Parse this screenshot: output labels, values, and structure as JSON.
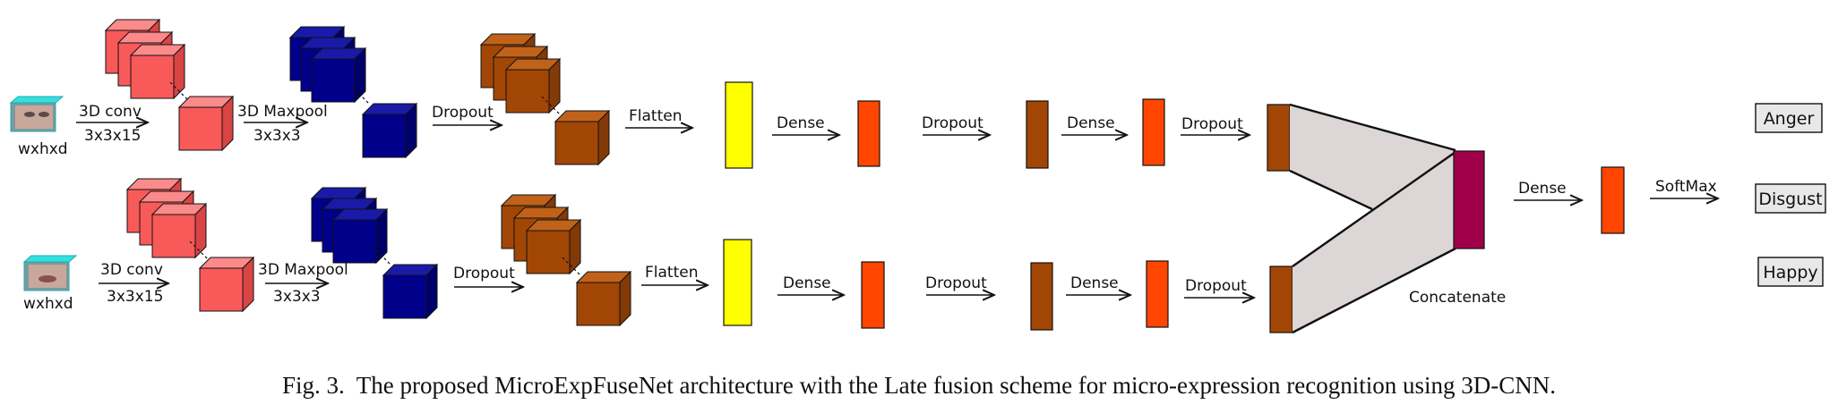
{
  "colors": {
    "conv": "#f85a5a",
    "maxpool": "#00008b",
    "dropout_block": "#a24606",
    "flatten": "#ffff00",
    "dense": "#ff4500",
    "dropout": "#a24606",
    "concat": "#a0004a",
    "fusion": "#ddd6d6",
    "input": "#33e0e0"
  },
  "streams": [
    {
      "input_label": "wxhxd",
      "conv_label": "3D conv",
      "conv_kernel": "3x3x15",
      "pool_label": "3D Maxpool",
      "pool_kernel": "3x3x3",
      "dropout1": "Dropout",
      "flatten": "Flatten",
      "dense1": "Dense",
      "dropout2": "Dropout",
      "dense2": "Dense",
      "dropout3": "Dropout"
    },
    {
      "input_label": "wxhxd",
      "conv_label": "3D conv",
      "conv_kernel": "3x3x15",
      "pool_label": "3D Maxpool",
      "pool_kernel": "3x3x3",
      "dropout1": "Dropout",
      "flatten": "Flatten",
      "dense1": "Dense",
      "dropout2": "Dropout",
      "dense2": "Dense",
      "dropout3": "Dropout"
    }
  ],
  "fusion": {
    "concat_label": "Concatenate",
    "dense_label": "Dense",
    "softmax_label": "SoftMax"
  },
  "outputs": [
    "Anger",
    "Disgust",
    "Happy"
  ],
  "caption": "Fig. 3.  The proposed MicroExpFuseNet architecture with the Late fusion scheme for micro-expression recognition using 3D-CNN."
}
